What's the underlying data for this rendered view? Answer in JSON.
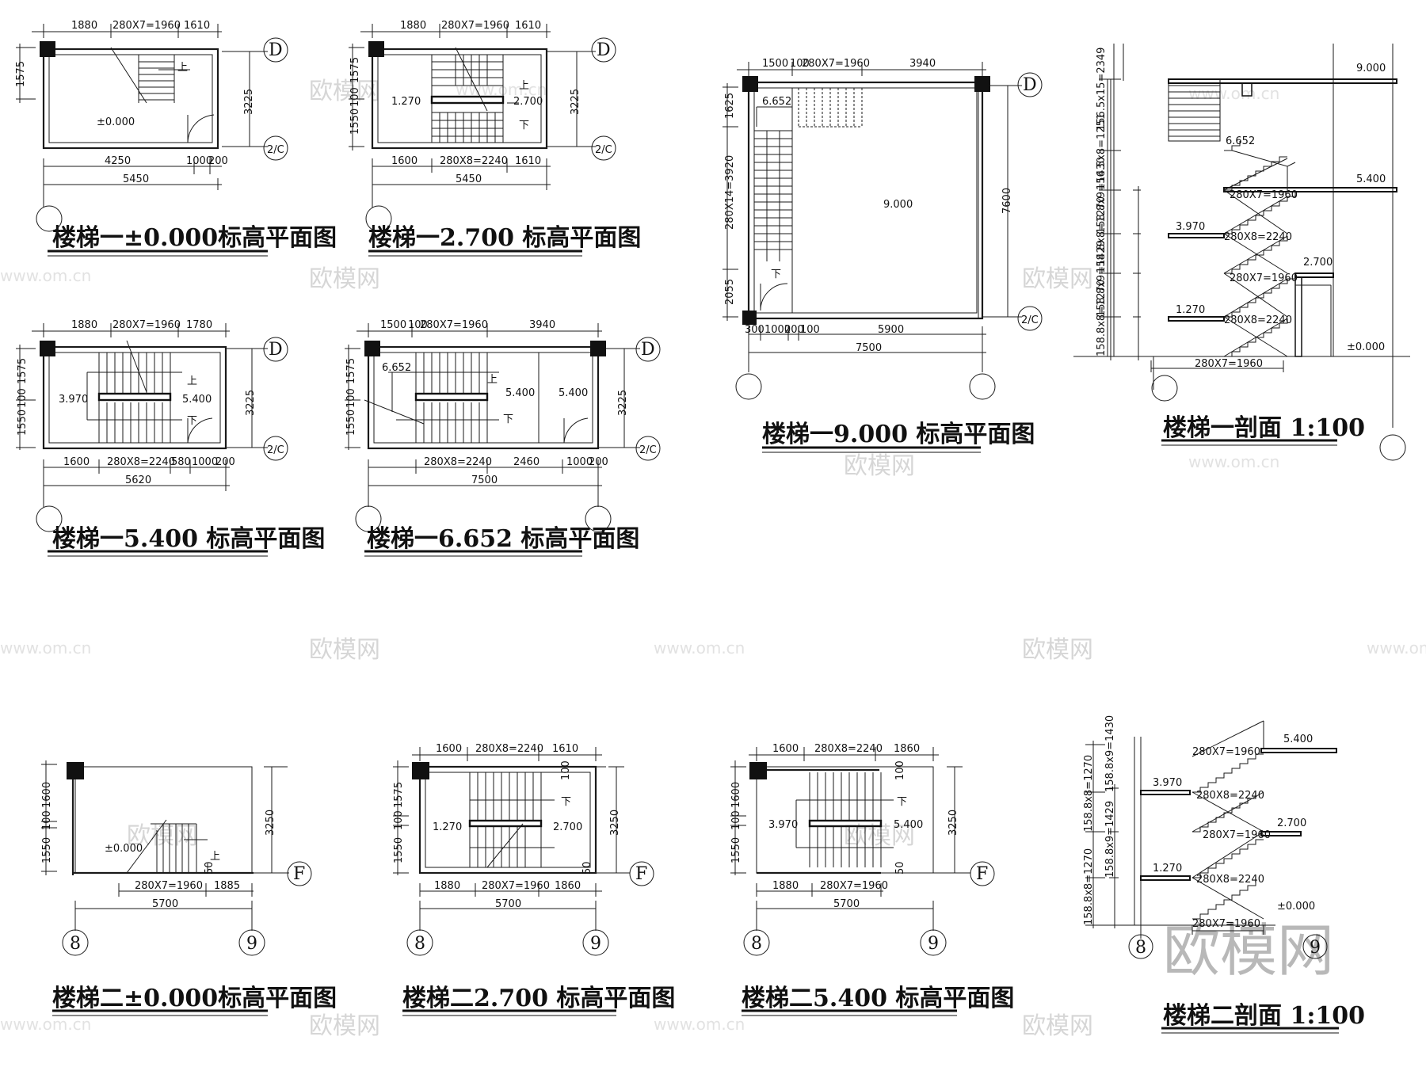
{
  "watermark": {
    "brand": "欧模网",
    "url": "www.om.cn"
  },
  "drawings": [
    {
      "id": "s1-plan-0",
      "title": "楼梯一±0.000标高平面图",
      "labels": [
        "1880",
        "280X7=1960",
        "1610",
        "1575",
        "3225",
        "4250",
        "1000",
        "200",
        "5450",
        "±0.000",
        "上"
      ],
      "grids": [
        "D",
        "2/C"
      ]
    },
    {
      "id": "s1-plan-2700",
      "title": "楼梯一2.700 标高平面图",
      "labels": [
        "1880",
        "280X7=1960",
        "1610",
        "1575",
        "100",
        "1550",
        "3225",
        "1600",
        "280X8=2240",
        "1610",
        "5450",
        "1.270",
        "2.700",
        "上",
        "下"
      ],
      "grids": [
        "D",
        "2/C"
      ]
    },
    {
      "id": "s1-plan-5400",
      "title": "楼梯一5.400 标高平面图",
      "labels": [
        "1880",
        "280X7=1960",
        "1780",
        "1575",
        "100",
        "1550",
        "3225",
        "1600",
        "280X8=2240",
        "580",
        "1000",
        "200",
        "5620",
        "3.970",
        "5.400",
        "上",
        "下"
      ],
      "grids": [
        "D",
        "2/C"
      ]
    },
    {
      "id": "s1-plan-6652",
      "title": "楼梯一6.652 标高平面图",
      "labels": [
        "1500",
        "100",
        "280X7=1960",
        "3940",
        "1575",
        "100",
        "1550",
        "3225",
        "280X8=2240",
        "2460",
        "1000",
        "200",
        "7500",
        "6.652",
        "5.400",
        "5.400",
        "上",
        "下"
      ],
      "grids": [
        "D",
        "2/C"
      ]
    },
    {
      "id": "s1-plan-9000",
      "title": "楼梯一9.000 标高平面图",
      "labels": [
        "1500",
        "100",
        "280X7=1960",
        "3940",
        "1625",
        "280X14=3920",
        "2055",
        "7600",
        "300",
        "1000",
        "200",
        "100",
        "5900",
        "7500",
        "6.652",
        "9.000",
        "下"
      ],
      "grids": [
        "D",
        "2/C"
      ]
    },
    {
      "id": "s1-section",
      "title": "楼梯一剖面 1:100",
      "labels": [
        "156.5x15=2349",
        "156.5x8=1251",
        "158.8x9=1430",
        "158.8x8=1270",
        "158.8x9=1429",
        "158.8x8=1270",
        "9.000",
        "6.652",
        "5.400",
        "3.970",
        "2.700",
        "1.270",
        "±0.000",
        "280X7=1960",
        "280X8=2240",
        "280X7=1960",
        "280X8=2240",
        "280X7=1960"
      ]
    },
    {
      "id": "s2-plan-0",
      "title": "楼梯二±0.000标高平面图",
      "labels": [
        "1600",
        "100",
        "1550",
        "3250",
        "±0.000",
        "上",
        "280X7=1960",
        "1885",
        "5700",
        "50"
      ],
      "grids": [
        "F",
        "8",
        "9"
      ]
    },
    {
      "id": "s2-plan-2700",
      "title": "楼梯二2.700 标高平面图",
      "labels": [
        "1600",
        "280X8=2240",
        "1610",
        "1575",
        "100",
        "1550",
        "3250",
        "100",
        "1.270",
        "2.700",
        "下",
        "1880",
        "280X7=1960",
        "1860",
        "5700",
        "50"
      ],
      "grids": [
        "F",
        "8",
        "9"
      ]
    },
    {
      "id": "s2-plan-5400",
      "title": "楼梯二5.400 标高平面图",
      "labels": [
        "1600",
        "280X8=2240",
        "1860",
        "1600",
        "100",
        "1550",
        "3250",
        "100",
        "3.970",
        "5.400",
        "下",
        "1880",
        "280X7=1960",
        "5700",
        "50"
      ],
      "grids": [
        "F",
        "8",
        "9"
      ]
    },
    {
      "id": "s2-section",
      "title": "楼梯二剖面 1:100",
      "labels": [
        "158.8x9=1430",
        "158.8x8=1270",
        "158.8x9=1429",
        "158.8x8=1270",
        "5.400",
        "3.970",
        "2.700",
        "1.270",
        "±0.000",
        "280X7=1960",
        "280X8=2240",
        "280X7=1960",
        "280X8=2240",
        "280X7=1960"
      ],
      "grids": [
        "8",
        "9"
      ]
    }
  ]
}
